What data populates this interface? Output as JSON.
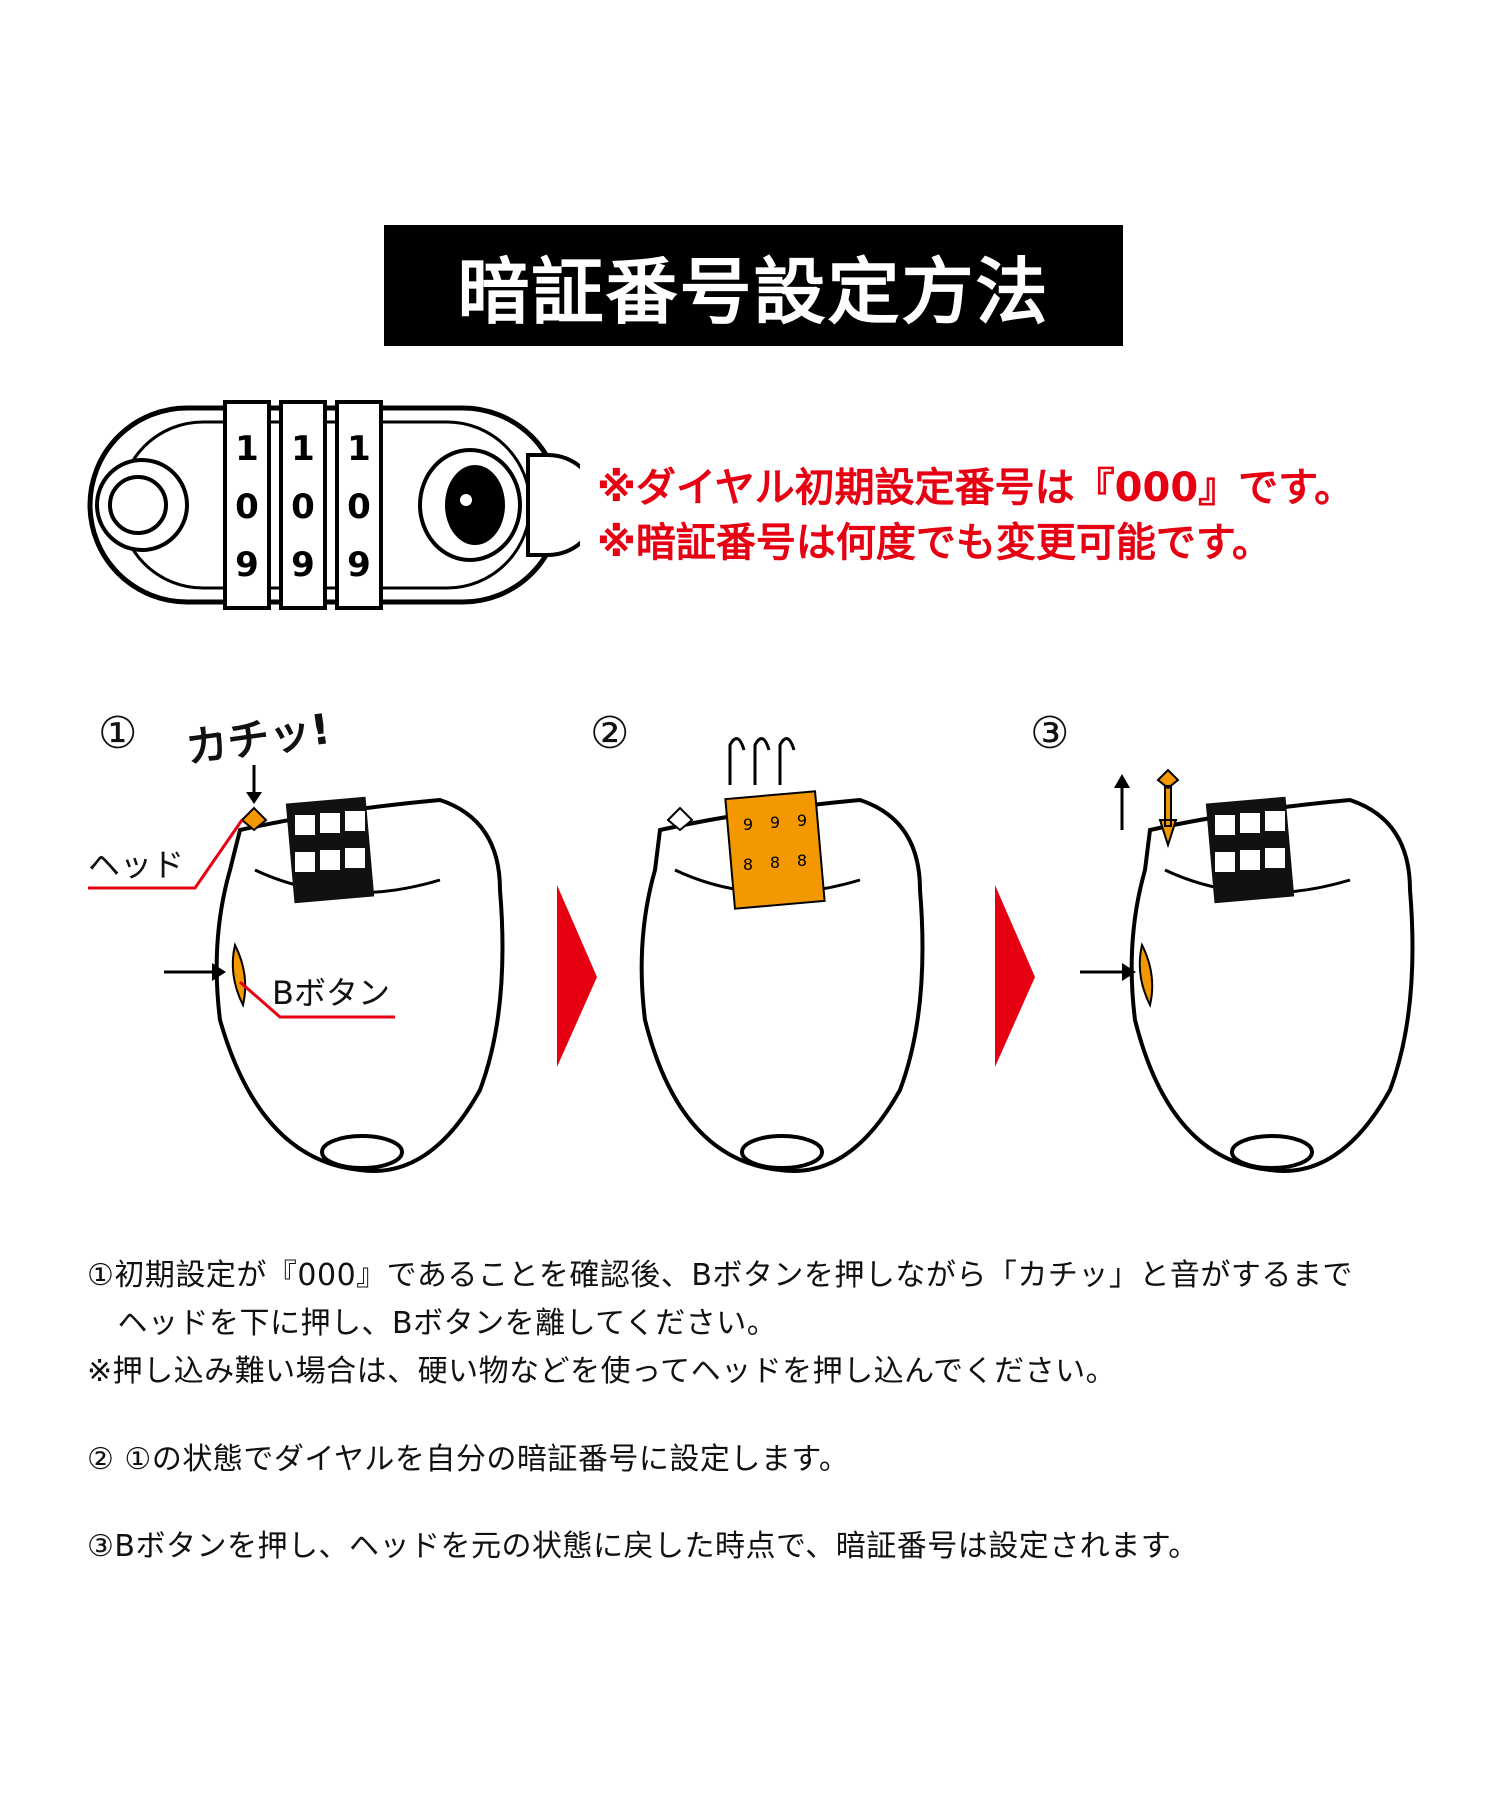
{
  "title": "暗証番号設定方法",
  "notes": [
    "※ダイヤル初期設定番号は『000』です。",
    "※暗証番号は何度でも変更可能です。"
  ],
  "lock_dials_front": [
    "1",
    "0",
    "9"
  ],
  "steps": [
    {
      "number": "①",
      "callout": "カチッ!",
      "labels": {
        "head": "ヘッド",
        "button": "Bボタン"
      }
    },
    {
      "number": "②"
    },
    {
      "number": "③"
    }
  ],
  "dial_digits": [
    "9",
    "8"
  ],
  "colors": {
    "accent_red": "#e60012",
    "highlight_orange": "#f39800",
    "title_bg": "#000000"
  },
  "instructions": [
    "①初期設定が『000』であることを確認後、Bボタンを押しながら「カチッ」と音がするまで",
    "　ヘッドを下に押し、Bボタンを離してください。",
    "※押し込み難い場合は、硬い物などを使ってヘッドを押し込んでください。",
    "② ①の状態でダイヤルを自分の暗証番号に設定します。",
    "③Bボタンを押し、ヘッドを元の状態に戻した時点で、暗証番号は設定されます。"
  ]
}
